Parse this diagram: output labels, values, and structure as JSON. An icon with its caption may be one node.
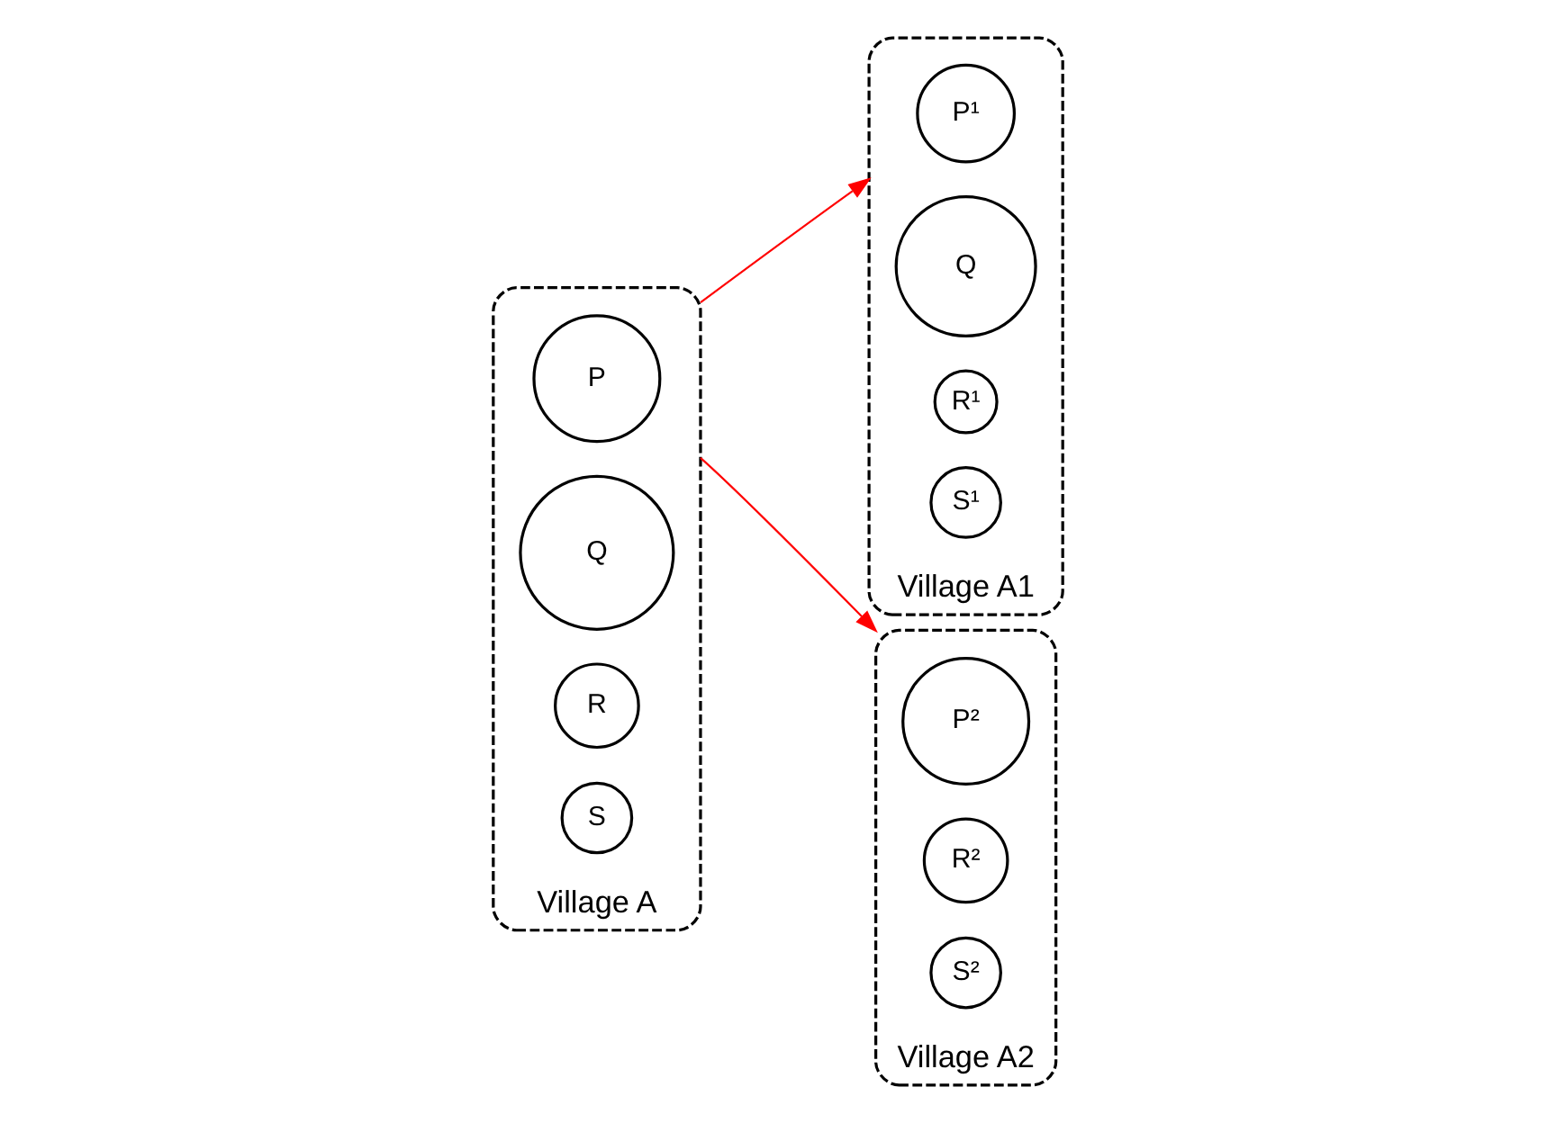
{
  "diagram": {
    "nodes": [
      {
        "text": [
          "Village A"
        ]
      },
      {
        "text": [
          "P"
        ],
        "in": 0
      },
      {
        "text": [
          "Q"
        ],
        "in": 0
      },
      {
        "text": [
          "R"
        ],
        "in": 0
      },
      {
        "text": [
          "S"
        ],
        "in": 0
      },
      {
        "text": [
          "Village A1"
        ]
      },
      {
        "text": [
          "P¹"
        ],
        "in": 5
      },
      {
        "text": [
          "Q"
        ],
        "in": 5
      },
      {
        "text": [
          "R¹"
        ],
        "in": 5
      },
      {
        "text": [
          "S¹"
        ],
        "in": 5
      },
      {
        "text": [
          "Village A2"
        ]
      },
      {
        "text": [
          "P²"
        ],
        "in": 10
      },
      {
        "text": [
          "R²"
        ],
        "in": 10
      },
      {
        "text": [
          "S²"
        ],
        "in": 10
      }
    ],
    "edges": [
      {
        "from": 0,
        "to": 5,
        "arrow": "to",
        "color": "#ff0000"
      },
      {
        "from": 0,
        "to": 10,
        "arrow": "to",
        "color": "#ff0000"
      }
    ]
  }
}
